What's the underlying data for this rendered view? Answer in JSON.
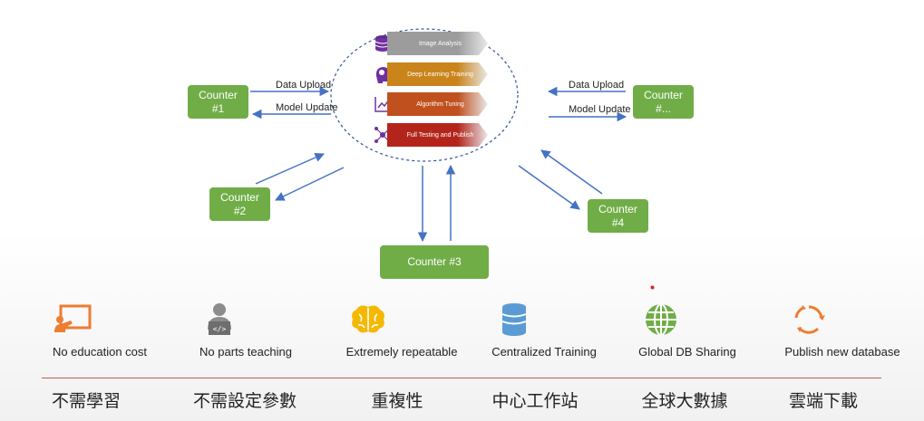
{
  "hub": {
    "stages": [
      {
        "label": "Image Analysis",
        "color": "#9c9c9c",
        "icon": "database-icon"
      },
      {
        "label": "Deep Learning Training",
        "color": "#c9851b",
        "icon": "brain-head-icon"
      },
      {
        "label": "Algorithm Tuning",
        "color": "#c0501d",
        "icon": "chart-tuning-icon"
      },
      {
        "label": "Full Testing and Publish",
        "color": "#b3251a",
        "icon": "network-icon"
      }
    ]
  },
  "counters": {
    "c1": "Counter\n#1",
    "c2": "Counter\n#2",
    "c3": "Counter #3",
    "c4": "Counter\n#4",
    "cn": "Counter\n#..."
  },
  "flows": {
    "left_upload": "Data Upload",
    "left_update": "Model Update",
    "right_upload": "Data Upload",
    "right_update": "Model Update"
  },
  "features": [
    {
      "label": "No education cost",
      "zh": "不需學習",
      "icon": "presentation-board-icon",
      "color": "#ed7d31"
    },
    {
      "label": "No parts teaching",
      "zh": "不需設定參數",
      "icon": "user-laptop-icon",
      "color": "#8c8c8c"
    },
    {
      "label": "Extremely repeatable",
      "zh": "重複性",
      "icon": "brain-icon",
      "color": "#f5b800"
    },
    {
      "label": "Centralized Training",
      "zh": "中心工作站",
      "icon": "database-icon",
      "color": "#5b9bd5"
    },
    {
      "label": "Global DB Sharing",
      "zh": "全球大數據",
      "icon": "globe-icon",
      "color": "#70ad47"
    },
    {
      "label": "Publish new database",
      "zh": "雲端下載",
      "icon": "sync-cycle-icon",
      "color": "#ed7d31"
    }
  ],
  "colors": {
    "counter_green": "#70ad47",
    "arrow_blue": "#4472c4",
    "divider_red": "#c55a4e"
  }
}
